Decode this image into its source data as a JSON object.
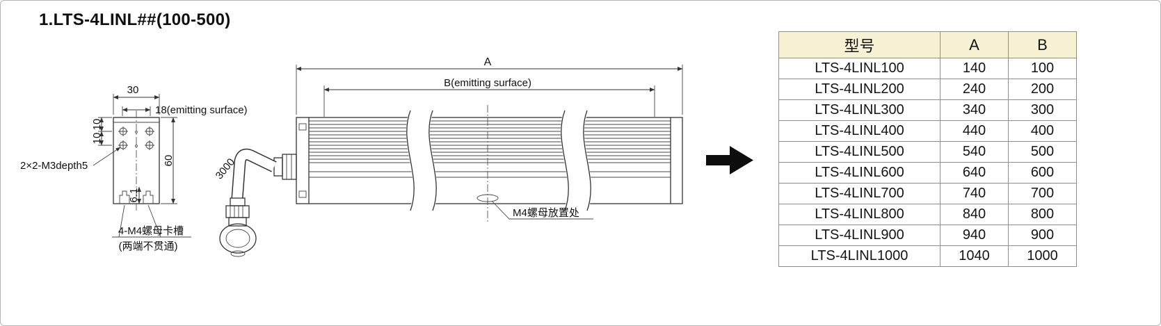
{
  "title": "1.LTS-4LINL##(100-500)",
  "end_view": {
    "dim_width": "30",
    "dim_emitting_width": "18(emitting surface)",
    "dim_hole_pitch": [
      "10",
      "10"
    ],
    "dim_height": "60",
    "dim_slot_offset": "6.1",
    "label_mounting_holes": "2×2-M3depth5",
    "label_nut_slot": "4-M4螺母卡槽",
    "label_nut_slot_note": "(两端不贯通)"
  },
  "side_view": {
    "dim_total_length": "A",
    "dim_emitting_length": "B(emitting surface)",
    "dim_cable_length": "3000",
    "label_nut_placement": "M4螺母放置处"
  },
  "table": {
    "headers": [
      "型号",
      "A",
      "B"
    ],
    "rows": [
      [
        "LTS-4LINL100",
        "140",
        "100"
      ],
      [
        "LTS-4LINL200",
        "240",
        "200"
      ],
      [
        "LTS-4LINL300",
        "340",
        "300"
      ],
      [
        "LTS-4LINL400",
        "440",
        "400"
      ],
      [
        "LTS-4LINL500",
        "540",
        "500"
      ],
      [
        "LTS-4LINL600",
        "640",
        "600"
      ],
      [
        "LTS-4LINL700",
        "740",
        "700"
      ],
      [
        "LTS-4LINL800",
        "840",
        "800"
      ],
      [
        "LTS-4LINL900",
        "940",
        "900"
      ],
      [
        "LTS-4LINL1000",
        "1040",
        "1000"
      ]
    ],
    "header_bg": "#f8f2d5"
  },
  "colors": {
    "line": "#333333",
    "table_border": "#8d8d8d",
    "arrow": "#0d0d0d"
  }
}
